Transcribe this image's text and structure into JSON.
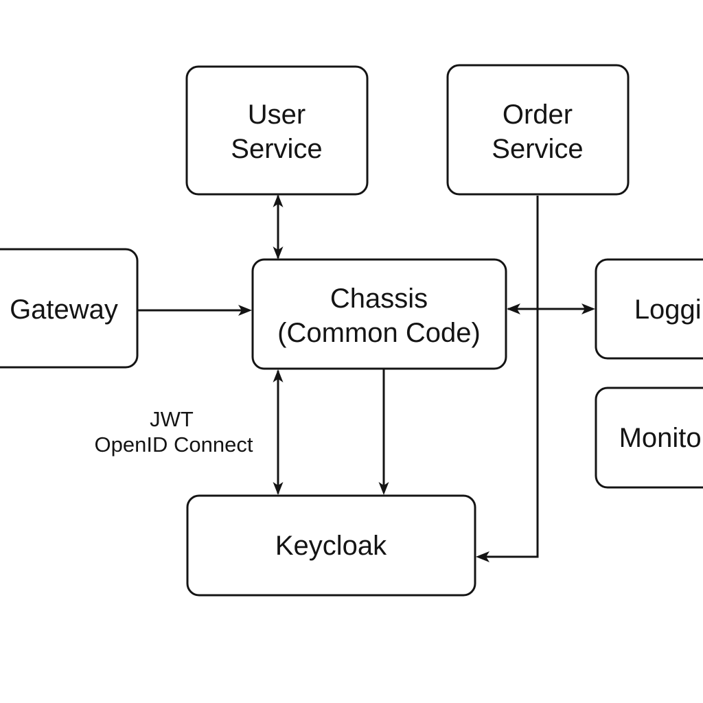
{
  "diagram": {
    "type": "architecture-flowchart",
    "colors": {
      "background": "#ffffff",
      "stroke": "#141414",
      "text": "#141414"
    },
    "nodes": {
      "user_service": {
        "label": "User Service",
        "line1": "User",
        "line2": "Service"
      },
      "order_service": {
        "label": "Order Service",
        "line1": "Order",
        "line2": "Service"
      },
      "gateway": {
        "label": "Gateway"
      },
      "chassis": {
        "label": "Chassis (Common Code)",
        "line1": "Chassis",
        "line2": "(Common Code)"
      },
      "logging": {
        "label": "Logging"
      },
      "monitoring": {
        "label": "Monitoring"
      },
      "keycloak": {
        "label": "Keycloak"
      }
    },
    "edge_label": {
      "line1": "JWT",
      "line2": "OpenID Connect"
    },
    "edges": [
      {
        "from": "User Service",
        "to": "Chassis (Common Code)",
        "direction": "bidirectional"
      },
      {
        "from": "Gateway",
        "to": "Chassis (Common Code)",
        "direction": "forward"
      },
      {
        "from": "Chassis (Common Code)",
        "to": "Logging",
        "direction": "bidirectional"
      },
      {
        "from": "Chassis (Common Code)",
        "to": "Keycloak",
        "direction": "bidirectional",
        "label": "JWT OpenID Connect"
      },
      {
        "from": "Chassis (Common Code)",
        "to": "Keycloak",
        "direction": "forward"
      },
      {
        "from": "Order Service",
        "to": "Keycloak",
        "direction": "forward"
      }
    ]
  }
}
